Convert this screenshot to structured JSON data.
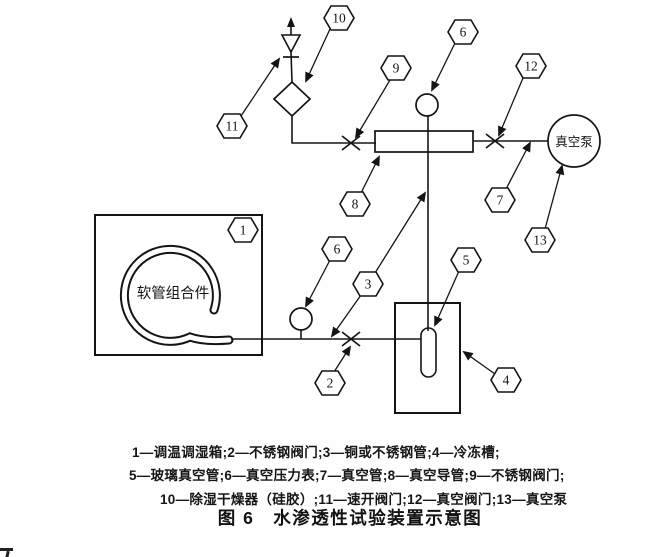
{
  "figure": {
    "caption_lines": [
      "1—调温调湿箱;2—不锈钢阀门;3—铜或不锈钢管;4—冷冻槽;",
      "5—玻璃真空管;6—真空压力表;7—真空管;8—真空导管;9—不锈钢阀门;",
      "10—除湿干燥器（硅胶）;11—速开阀门;12—真空阀门;13—真空泵"
    ],
    "title": "图 6　水渗透性试验装置示意图"
  },
  "diagram": {
    "chamber_label": "软管组合件",
    "pump_label": "真空泵",
    "callouts": [
      {
        "label": "10"
      },
      {
        "label": "11"
      },
      {
        "label": "6"
      },
      {
        "label": "9"
      },
      {
        "label": "12"
      },
      {
        "label": "7"
      },
      {
        "label": "13"
      },
      {
        "label": "8"
      },
      {
        "label": "1"
      },
      {
        "label": "6"
      },
      {
        "label": "3"
      },
      {
        "label": "5"
      },
      {
        "label": "2"
      },
      {
        "label": "4"
      }
    ]
  }
}
